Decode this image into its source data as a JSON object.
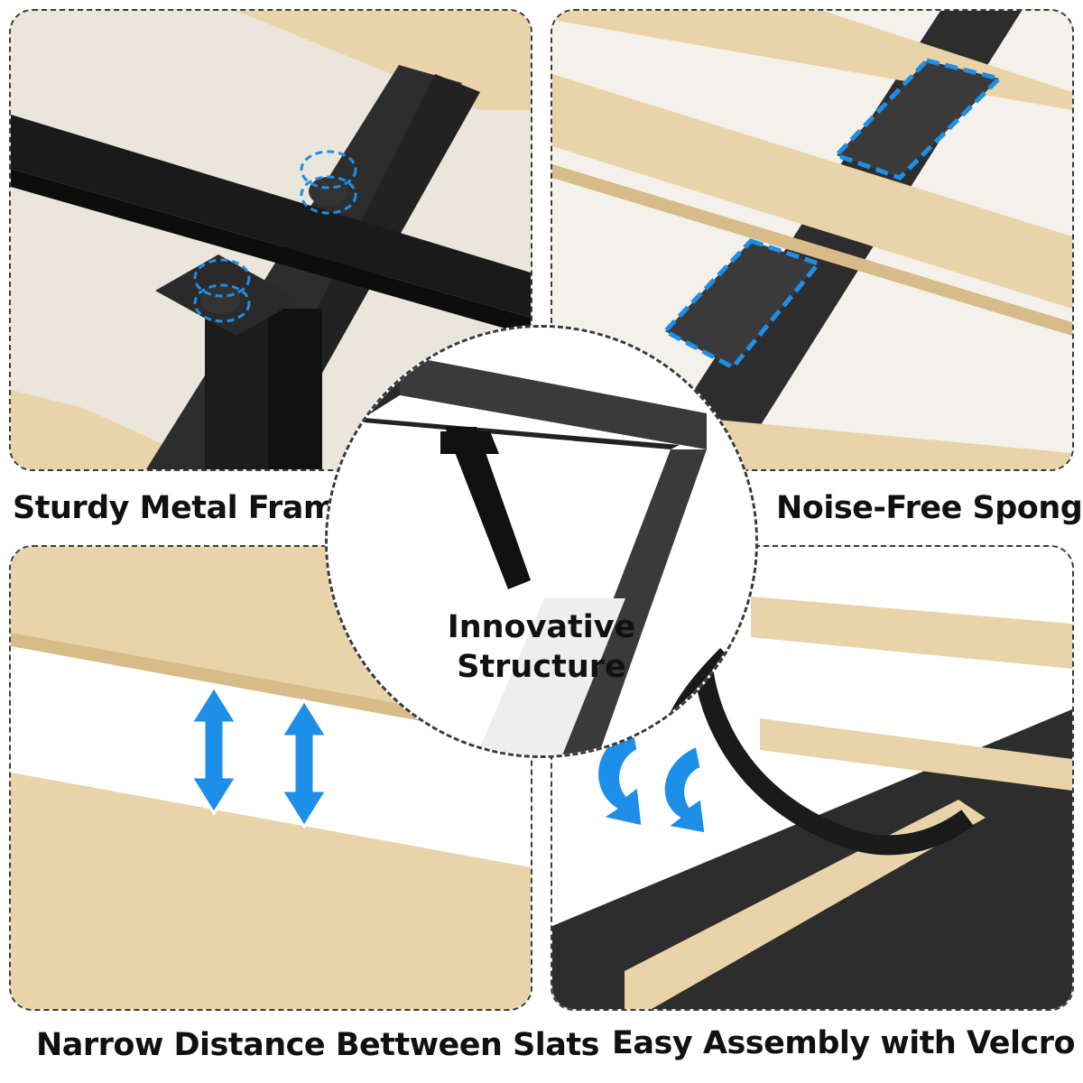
{
  "captions": {
    "top_left": "Sturdy Metal Frame",
    "top_right": "Noise-Free Sponge",
    "bottom_left": "Narrow Distance Bettween Slats",
    "bottom_right": "Easy Assembly with Velcro",
    "center_line1": "Innovative",
    "center_line2": "Structure"
  },
  "colors": {
    "wood": "#e9d3a8",
    "wood_dark": "#d9bd8a",
    "metal": "#1a1a1a",
    "fabric": "#2d2d2d",
    "accent_blue": "#1e8fe8"
  }
}
